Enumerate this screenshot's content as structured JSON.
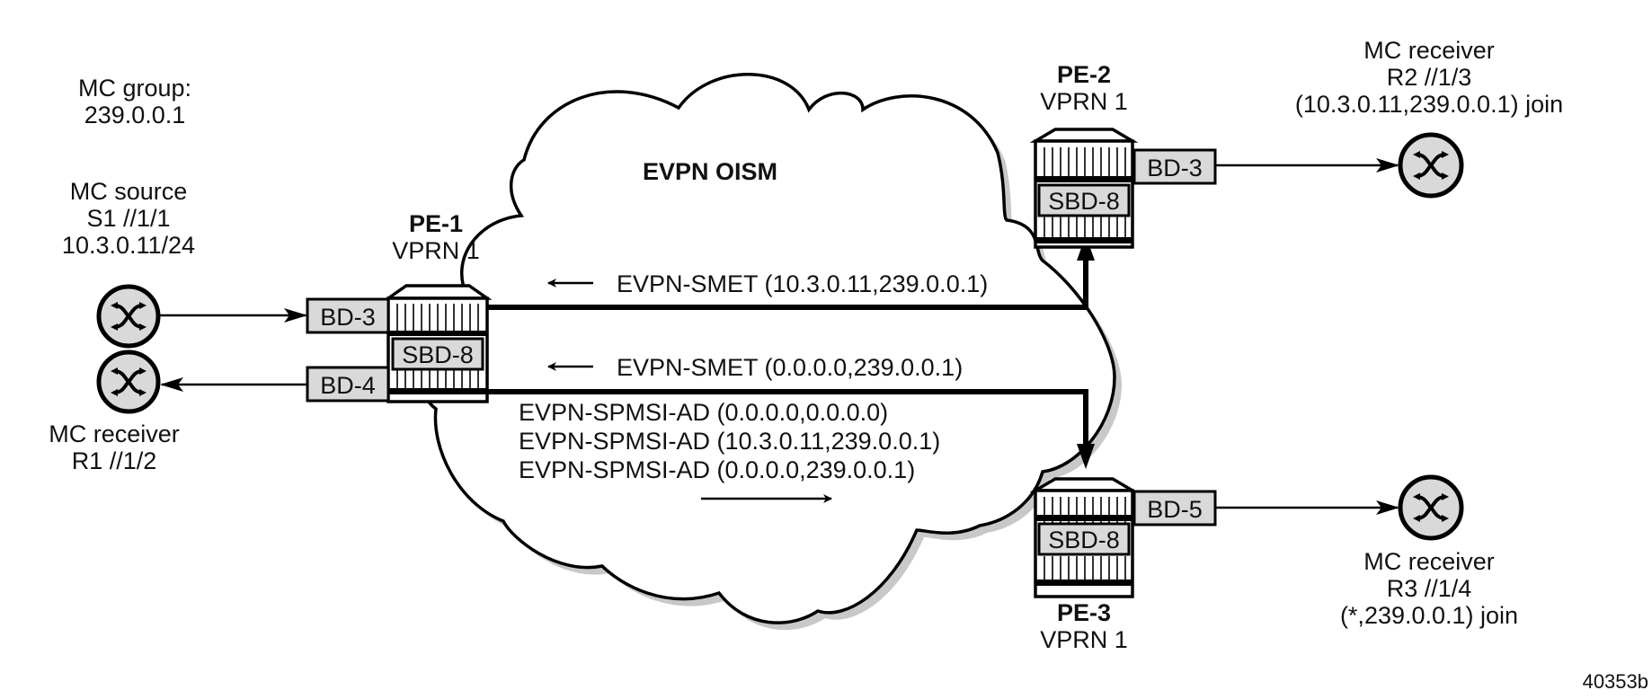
{
  "figure_id": "40353b",
  "cloud": {
    "label": "EVPN OISM"
  },
  "mc_group": {
    "line1": "MC group:",
    "line2": "239.0.0.1"
  },
  "source": {
    "line1": "MC source",
    "line2": "S1 //1/1",
    "line3": "10.3.0.11/24"
  },
  "receiver_r1": {
    "line1": "MC receiver",
    "line2": "R1 //1/2"
  },
  "receiver_r2": {
    "line1": "MC receiver",
    "line2": "R2 //1/3",
    "line3": "(10.3.0.11,239.0.0.1) join"
  },
  "receiver_r3": {
    "line1": "MC receiver",
    "line2": "R3 //1/4",
    "line3": "(*,239.0.0.1) join"
  },
  "pe1": {
    "name": "PE-1",
    "service": "VPRN 1",
    "sbd": "SBD-8",
    "bd_top": "BD-3",
    "bd_bottom": "BD-4"
  },
  "pe2": {
    "name": "PE-2",
    "service": "VPRN 1",
    "sbd": "SBD-8",
    "bd": "BD-3"
  },
  "pe3": {
    "name": "PE-3",
    "service": "VPRN 1",
    "sbd": "SBD-8",
    "bd": "BD-5"
  },
  "routes": {
    "smet1": "EVPN-SMET (10.3.0.11,239.0.0.1)",
    "smet2": "EVPN-SMET (0.0.0.0,239.0.0.1)",
    "spmsi": [
      "EVPN-SPMSI-AD (0.0.0.0,0.0.0.0)",
      "EVPN-SPMSI-AD (10.3.0.11,239.0.0.1)",
      "EVPN-SPMSI-AD (0.0.0.0,239.0.0.1)"
    ]
  }
}
